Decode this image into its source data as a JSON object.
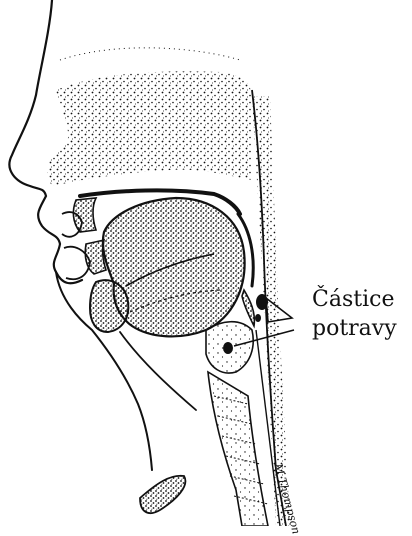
{
  "diagram": {
    "annotation": {
      "line1": "Částice",
      "line2": "potravy"
    },
    "signature": "M Thompson",
    "colors": {
      "ink": "#111111",
      "paper": "#ffffff"
    }
  }
}
